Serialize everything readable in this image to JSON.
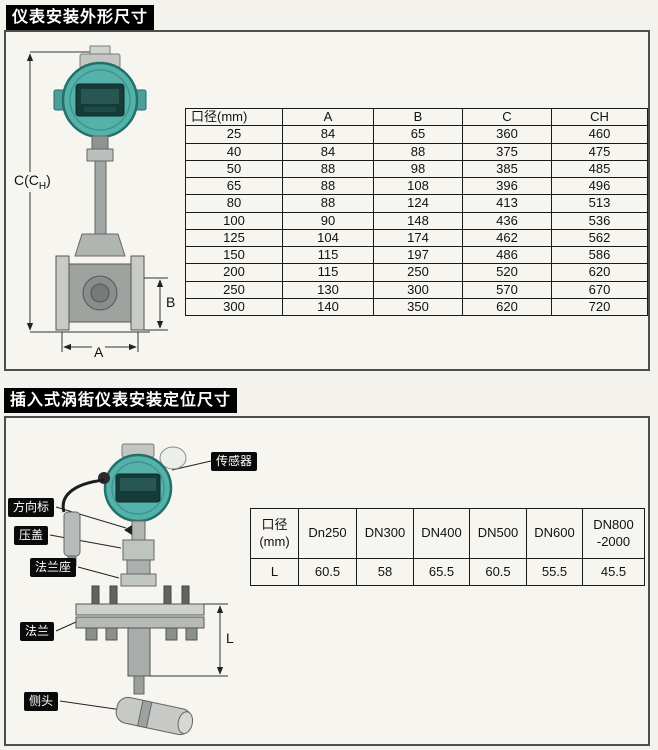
{
  "section1": {
    "title": "仪表安装外形尺寸",
    "dim_labels": {
      "c_main": "C(C",
      "c_sub": "H",
      "c_close": ")",
      "b": "B",
      "a": "A"
    },
    "table": {
      "headers": [
        "口径(mm)",
        "A",
        "B",
        "C",
        "CH"
      ],
      "rows": [
        [
          "25",
          "84",
          "65",
          "360",
          "460"
        ],
        [
          "40",
          "84",
          "88",
          "375",
          "475"
        ],
        [
          "50",
          "88",
          "98",
          "385",
          "485"
        ],
        [
          "65",
          "88",
          "108",
          "396",
          "496"
        ],
        [
          "80",
          "88",
          "124",
          "413",
          "513"
        ],
        [
          "100",
          "90",
          "148",
          "436",
          "536"
        ],
        [
          "125",
          "104",
          "174",
          "462",
          "562"
        ],
        [
          "150",
          "115",
          "197",
          "486",
          "586"
        ],
        [
          "200",
          "115",
          "250",
          "520",
          "620"
        ],
        [
          "250",
          "130",
          "300",
          "570",
          "670"
        ],
        [
          "300",
          "140",
          "350",
          "620",
          "720"
        ]
      ]
    }
  },
  "section2": {
    "title": "插入式涡街仪表安装定位尺寸",
    "callouts": {
      "sensor": "传感器",
      "direction_flag": "方向标",
      "gland": "压盖",
      "flange_seat": "法兰座",
      "flange": "法兰",
      "probe": "侧头"
    },
    "dim_labels": {
      "l": "L"
    },
    "table": {
      "headers": [
        "口径\n(mm)",
        "Dn250",
        "DN300",
        "DN400",
        "DN500",
        "DN600",
        "DN800\n-2000"
      ],
      "rows": [
        [
          "L",
          "60.5",
          "58",
          "65.5",
          "60.5",
          "55.5",
          "45.5"
        ]
      ]
    }
  },
  "colors": {
    "title_bg": "#000000",
    "transmitter_teal": "#55b2ab",
    "frame_border": "#4d4d4d"
  }
}
